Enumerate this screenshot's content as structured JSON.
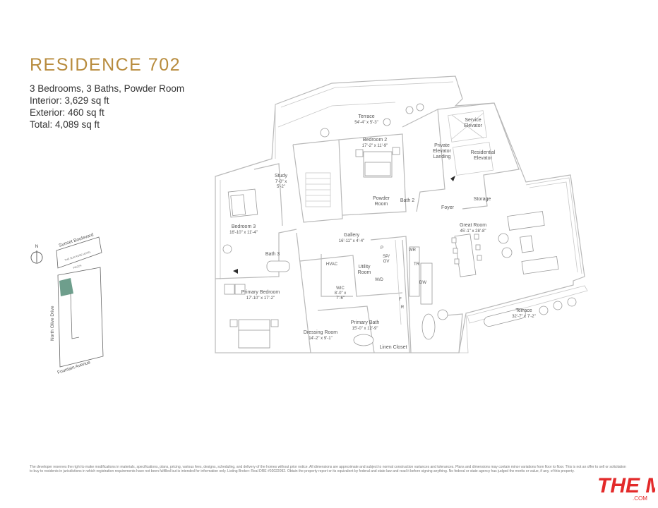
{
  "title": "RESIDENCE 702",
  "summary": {
    "line1": "3 Bedrooms, 3 Baths, Powder Room",
    "line2": "Interior: 3,629 sq ft",
    "line3": "Exterior: 460 sq ft",
    "line4": "Total: 4,089 sq ft"
  },
  "rooms": {
    "terrace_top": {
      "name": "Terrace",
      "dims": "54'-4\" x 5'-3\""
    },
    "bedroom2": {
      "name": "Bedroom 2",
      "dims": "17'-2\" x 11'-9\""
    },
    "study": {
      "name": "Study",
      "dims1": "7'-0\" x",
      "dims2": "5'-2\""
    },
    "bedroom3": {
      "name": "Bedroom 3",
      "dims": "16'-10\" x 11'-4\""
    },
    "powder": {
      "name1": "Powder",
      "name2": "Room"
    },
    "bath2": "Bath 2",
    "private_elevator": {
      "l1": "Private",
      "l2": "Elevator",
      "l3": "Landing"
    },
    "service_elevator": {
      "l1": "Service",
      "l2": "Elevator"
    },
    "residential_elevator": {
      "l1": "Residential",
      "l2": "Elevator"
    },
    "storage": "Storage",
    "foyer": "Foyer",
    "great_room": {
      "name": "Great Room",
      "dims": "45'-1\" x 28'-8\""
    },
    "gallery": {
      "name": "Gallery",
      "dims": "16'-11\" x 4'-4\""
    },
    "bath3": "Bath 3",
    "hvac": "HVAC",
    "utility": {
      "l1": "Utility",
      "l2": "Room"
    },
    "wd": "W/D",
    "primary_bedroom": {
      "name": "Primary Bedroom",
      "dims": "17'-10\" x 17'-2\""
    },
    "wic": {
      "name": "WIC",
      "dims1": "8'-0\" x",
      "dims2": "7'-6\""
    },
    "primary_bath": {
      "name": "Primary Bath",
      "dims": "15'-0\" x 12'-9\""
    },
    "dressing": {
      "name": "Dressing Room",
      "dims": "14'-2\" x 9'-1\""
    },
    "linen": "Linen Closet",
    "terrace_right": {
      "name": "Terrace",
      "dims": "32'-7\" x 7'-2\""
    },
    "kitchen_labels": {
      "p": "P",
      "sp_ov_1": "SP/",
      "sp_ov_2": "OV",
      "f": "F",
      "r": "R",
      "wr": "WR",
      "tr": "TR",
      "dw": "DW"
    }
  },
  "key_map": {
    "north": "N",
    "sunset": "Sunset Boulevard",
    "hotel": "THE SUN ROSE HOTEL",
    "piazza": "PIAZZA",
    "olive": "North Olive Drive",
    "fountain": "Fountain Avenue"
  },
  "disclaimer": "The developer reserves the right to make modifications in materials, specifications, plans, pricing, various fees, designs, scheduling, and delivery of the homes without prior notice. All dimensions are approximate and subject to normal construction variances and tolerances. Plans and dimensions may contain minor variations from floor to floor. This is not an offer to sell or solicitation to buy to residents in jurisdictions in which registration requirements have not been fulfilled but is intended for information only. Listing Broker: Real DRE #02022092. Obtain the property report or its equivalent by federal and state law and read it before signing anything. No federal or state agency has judged the merits or value, if any, of this property.",
  "logo": {
    "main": "THE MLS",
    "sub": ".COM"
  },
  "colors": {
    "title": "#b88c3e",
    "highlight": "#6e9e8c",
    "mls": "#e32a2a"
  }
}
